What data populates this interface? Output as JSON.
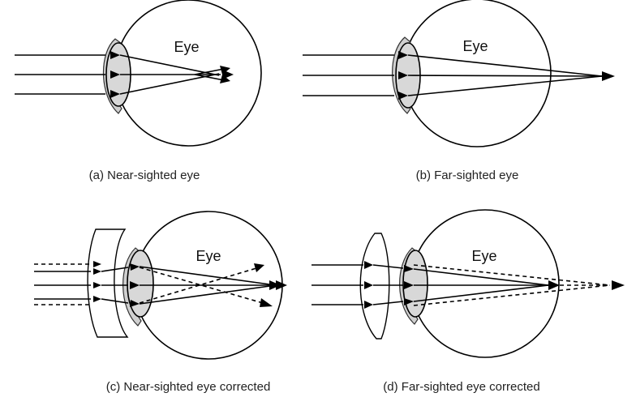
{
  "panels": [
    {
      "eye_label": "Eye",
      "caption": "(a) Near-sighted eye"
    },
    {
      "eye_label": "Eye",
      "caption": "(b) Far-sighted eye"
    },
    {
      "eye_label": "Eye",
      "caption": "(c) Near-sighted eye corrected"
    },
    {
      "eye_label": "Eye",
      "caption": "(d) Far-sighted eye corrected"
    }
  ]
}
